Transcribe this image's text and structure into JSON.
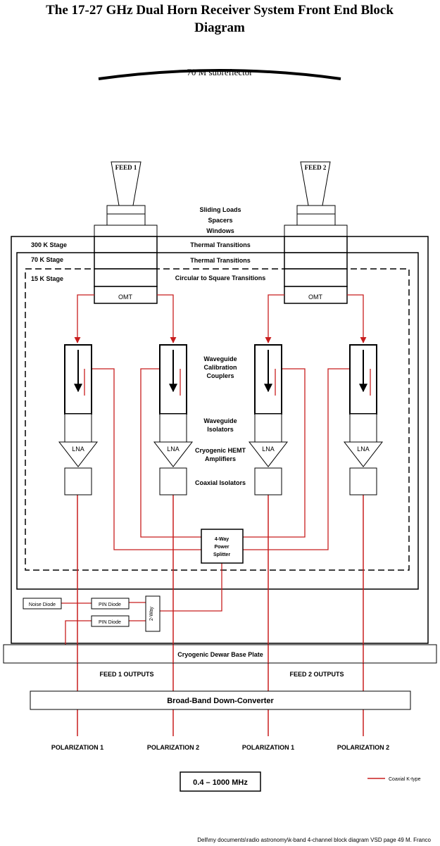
{
  "title": {
    "line1": "The 17-27 GHz Dual Horn Receiver System Front End Block",
    "line2": "Diagram"
  },
  "subreflector_label": "70 M subreflector",
  "feeds": {
    "feed1": "FEED 1",
    "feed2": "FEED 2"
  },
  "center_labels": {
    "sliding_loads": "Sliding Loads",
    "spacers": "Spacers",
    "windows": "Windows",
    "thermal_transitions_300k": "Thermal Transitions",
    "thermal_transitions_70k": "Thermal Transitions",
    "circ_to_square": "Circular to Square Transitions",
    "wg_cal_couplers": [
      "Waveguide",
      "Calibration",
      "Couplers"
    ],
    "wg_isolators": [
      "Waveguide",
      "Isolators"
    ],
    "cryo_hemt": [
      "Cryogenic HEMT",
      "Amplifiers"
    ],
    "coax_isolators": "Coaxial Isolators"
  },
  "stages": {
    "stage_300k": "300 K Stage",
    "stage_70k": "70 K Stage",
    "stage_15k": "15 K Stage"
  },
  "omt_label": "OMT",
  "lna_label": "LNA",
  "splitter": [
    "4-Way",
    "Power",
    "Splitter"
  ],
  "noise_diode": "Noise Diode",
  "pin_diode_1": "PIN Diode",
  "pin_diode_2": "PIN Diode",
  "two_way": "2-Way",
  "base_plate": "Cryogenic Dewar Base Plate",
  "feed1_outputs": "FEED 1 OUTPUTS",
  "feed2_outputs": "FEED 2 OUTPUTS",
  "down_converter": "Broad-Band Down-Converter",
  "polarizations": [
    "POLARIZATION 1",
    "POLARIZATION 2",
    "POLARIZATION 1",
    "POLARIZATION 2"
  ],
  "frequency_range": "0.4 – 1000 MHz",
  "legend": {
    "coax_label": "Coaxial K-type"
  },
  "colors": {
    "coax_line": "#e02020",
    "outline": "#000000"
  },
  "footer": "Dell\\my documents\\radio astronomy\\k-band 4-channel block diagram VSD page 49 M. Franco"
}
